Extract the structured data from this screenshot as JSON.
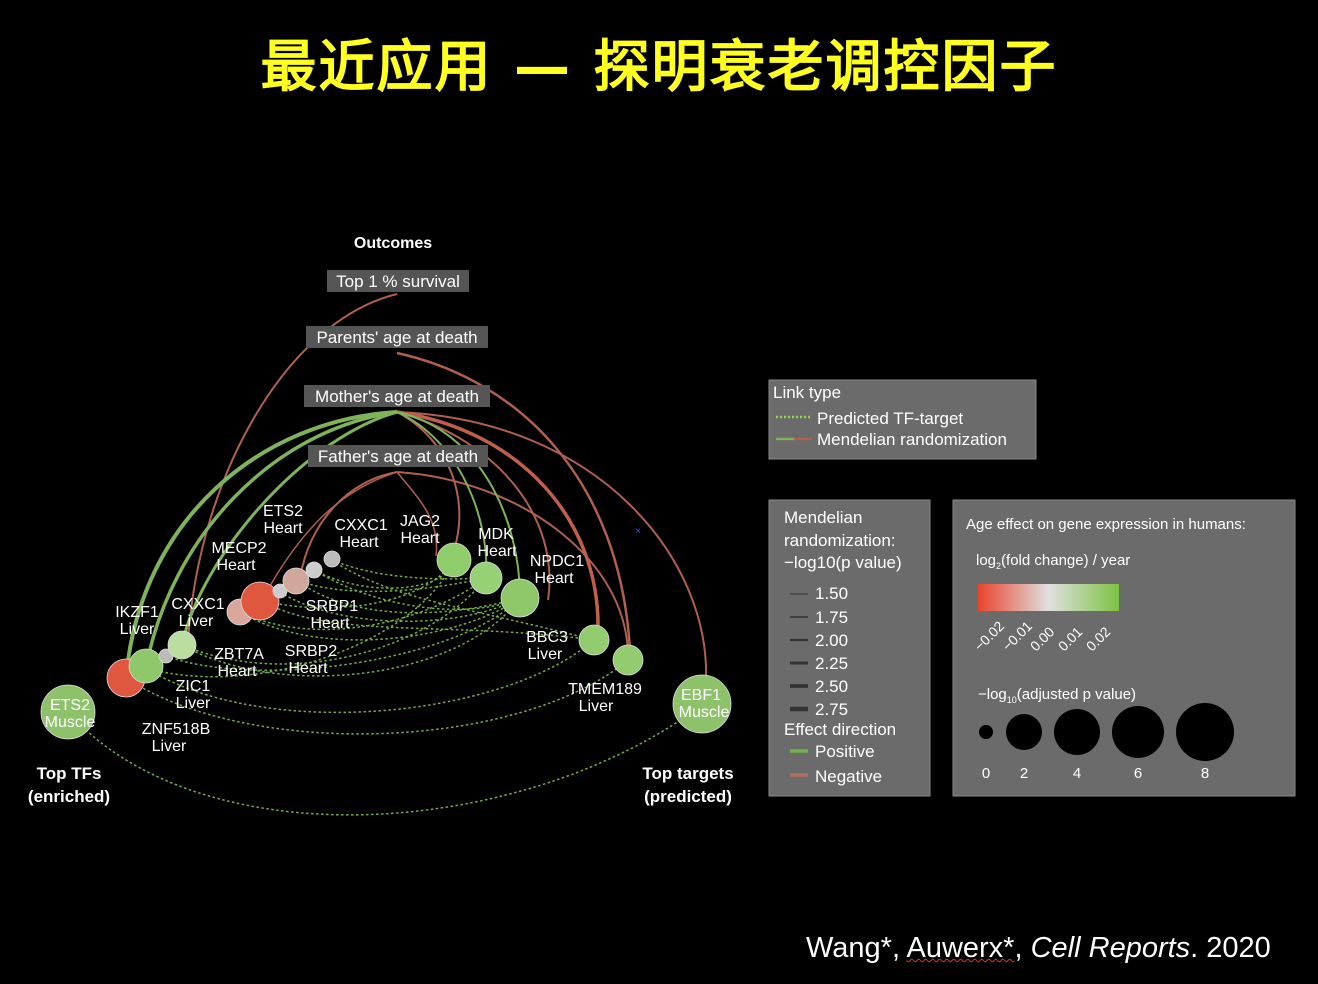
{
  "title": "最近应用 — 探明衰老调控因子",
  "outcomes_header": "Outcomes",
  "outcomes": [
    "Top 1 % survival",
    "Parents' age at death",
    "Mother's age at death",
    "Father's age at death"
  ],
  "nodes": {
    "ets2_muscle": [
      "ETS2",
      "Muscle"
    ],
    "ikzf1_liver": [
      "IKZF1",
      "Liver"
    ],
    "cxxc1_liver": [
      "CXXC1",
      "Liver"
    ],
    "mecp2_heart": [
      "MECP2",
      "Heart"
    ],
    "ets2_heart": [
      "ETS2",
      "Heart"
    ],
    "cxxc1_heart": [
      "CXXC1",
      "Heart"
    ],
    "jag2_heart": [
      "JAG2",
      "Heart"
    ],
    "mdk_heart": [
      "MDK",
      "Heart"
    ],
    "npdc1_heart": [
      "NPDC1",
      "Heart"
    ],
    "srbp1_heart": [
      "SRBP1",
      "Heart"
    ],
    "srbp2_heart": [
      "SRBP2",
      "Heart"
    ],
    "zbt7a_heart": [
      "ZBT7A",
      "Heart"
    ],
    "zic1_liver": [
      "ZIC1",
      "Liver"
    ],
    "znf518b_liver": [
      "ZNF518B",
      "Liver"
    ],
    "bbc3_liver": [
      "BBC3",
      "Liver"
    ],
    "tmem189_liver": [
      "TMEM189",
      "Liver"
    ],
    "ebf1_muscle": [
      "EBF1",
      "Muscle"
    ]
  },
  "axis_labels": {
    "top_tfs": [
      "Top TFs",
      "(enriched)"
    ],
    "top_targets": [
      "Top targets",
      "(predicted)"
    ]
  },
  "legend_link": {
    "title": "Link type",
    "items": [
      {
        "label": "Predicted TF-target",
        "style": "dotted",
        "color": "#8fd14f"
      },
      {
        "label": "Mendelian randomization",
        "style": "solid",
        "color": "#7fb35a"
      }
    ]
  },
  "legend_mr": {
    "title": [
      "Mendelian",
      "randomization:",
      "−log10(p value)"
    ],
    "widths": [
      "1.50",
      "1.75",
      "2.00",
      "2.25",
      "2.50",
      "2.75"
    ],
    "effect_title": "Effect direction",
    "effects": [
      {
        "label": "Positive",
        "color": "#6fb34a"
      },
      {
        "label": "Negative",
        "color": "#b07060"
      }
    ]
  },
  "legend_age": {
    "title": "Age effect on gene expression in humans:",
    "gradient_label_main": "log",
    "gradient_label_sub": "2",
    "gradient_label_rest": "(fold change) / year",
    "gradient_ticks": [
      "−0.02",
      "−0.01",
      "0.00",
      "0.01",
      "0.02"
    ],
    "gradient_colors": [
      "#e8432c",
      "#e0e0e0",
      "#7dc242"
    ],
    "size_label_main": "−log",
    "size_label_sub": "10",
    "size_label_rest": "(adjusted p value)",
    "size_ticks": [
      "0",
      "2",
      "4",
      "6",
      "8"
    ]
  },
  "citation": {
    "author1": "Wang*, ",
    "author2": "Auwerx*",
    "sep": ", ",
    "journal": "Cell Reports",
    "year": ". 2020"
  }
}
